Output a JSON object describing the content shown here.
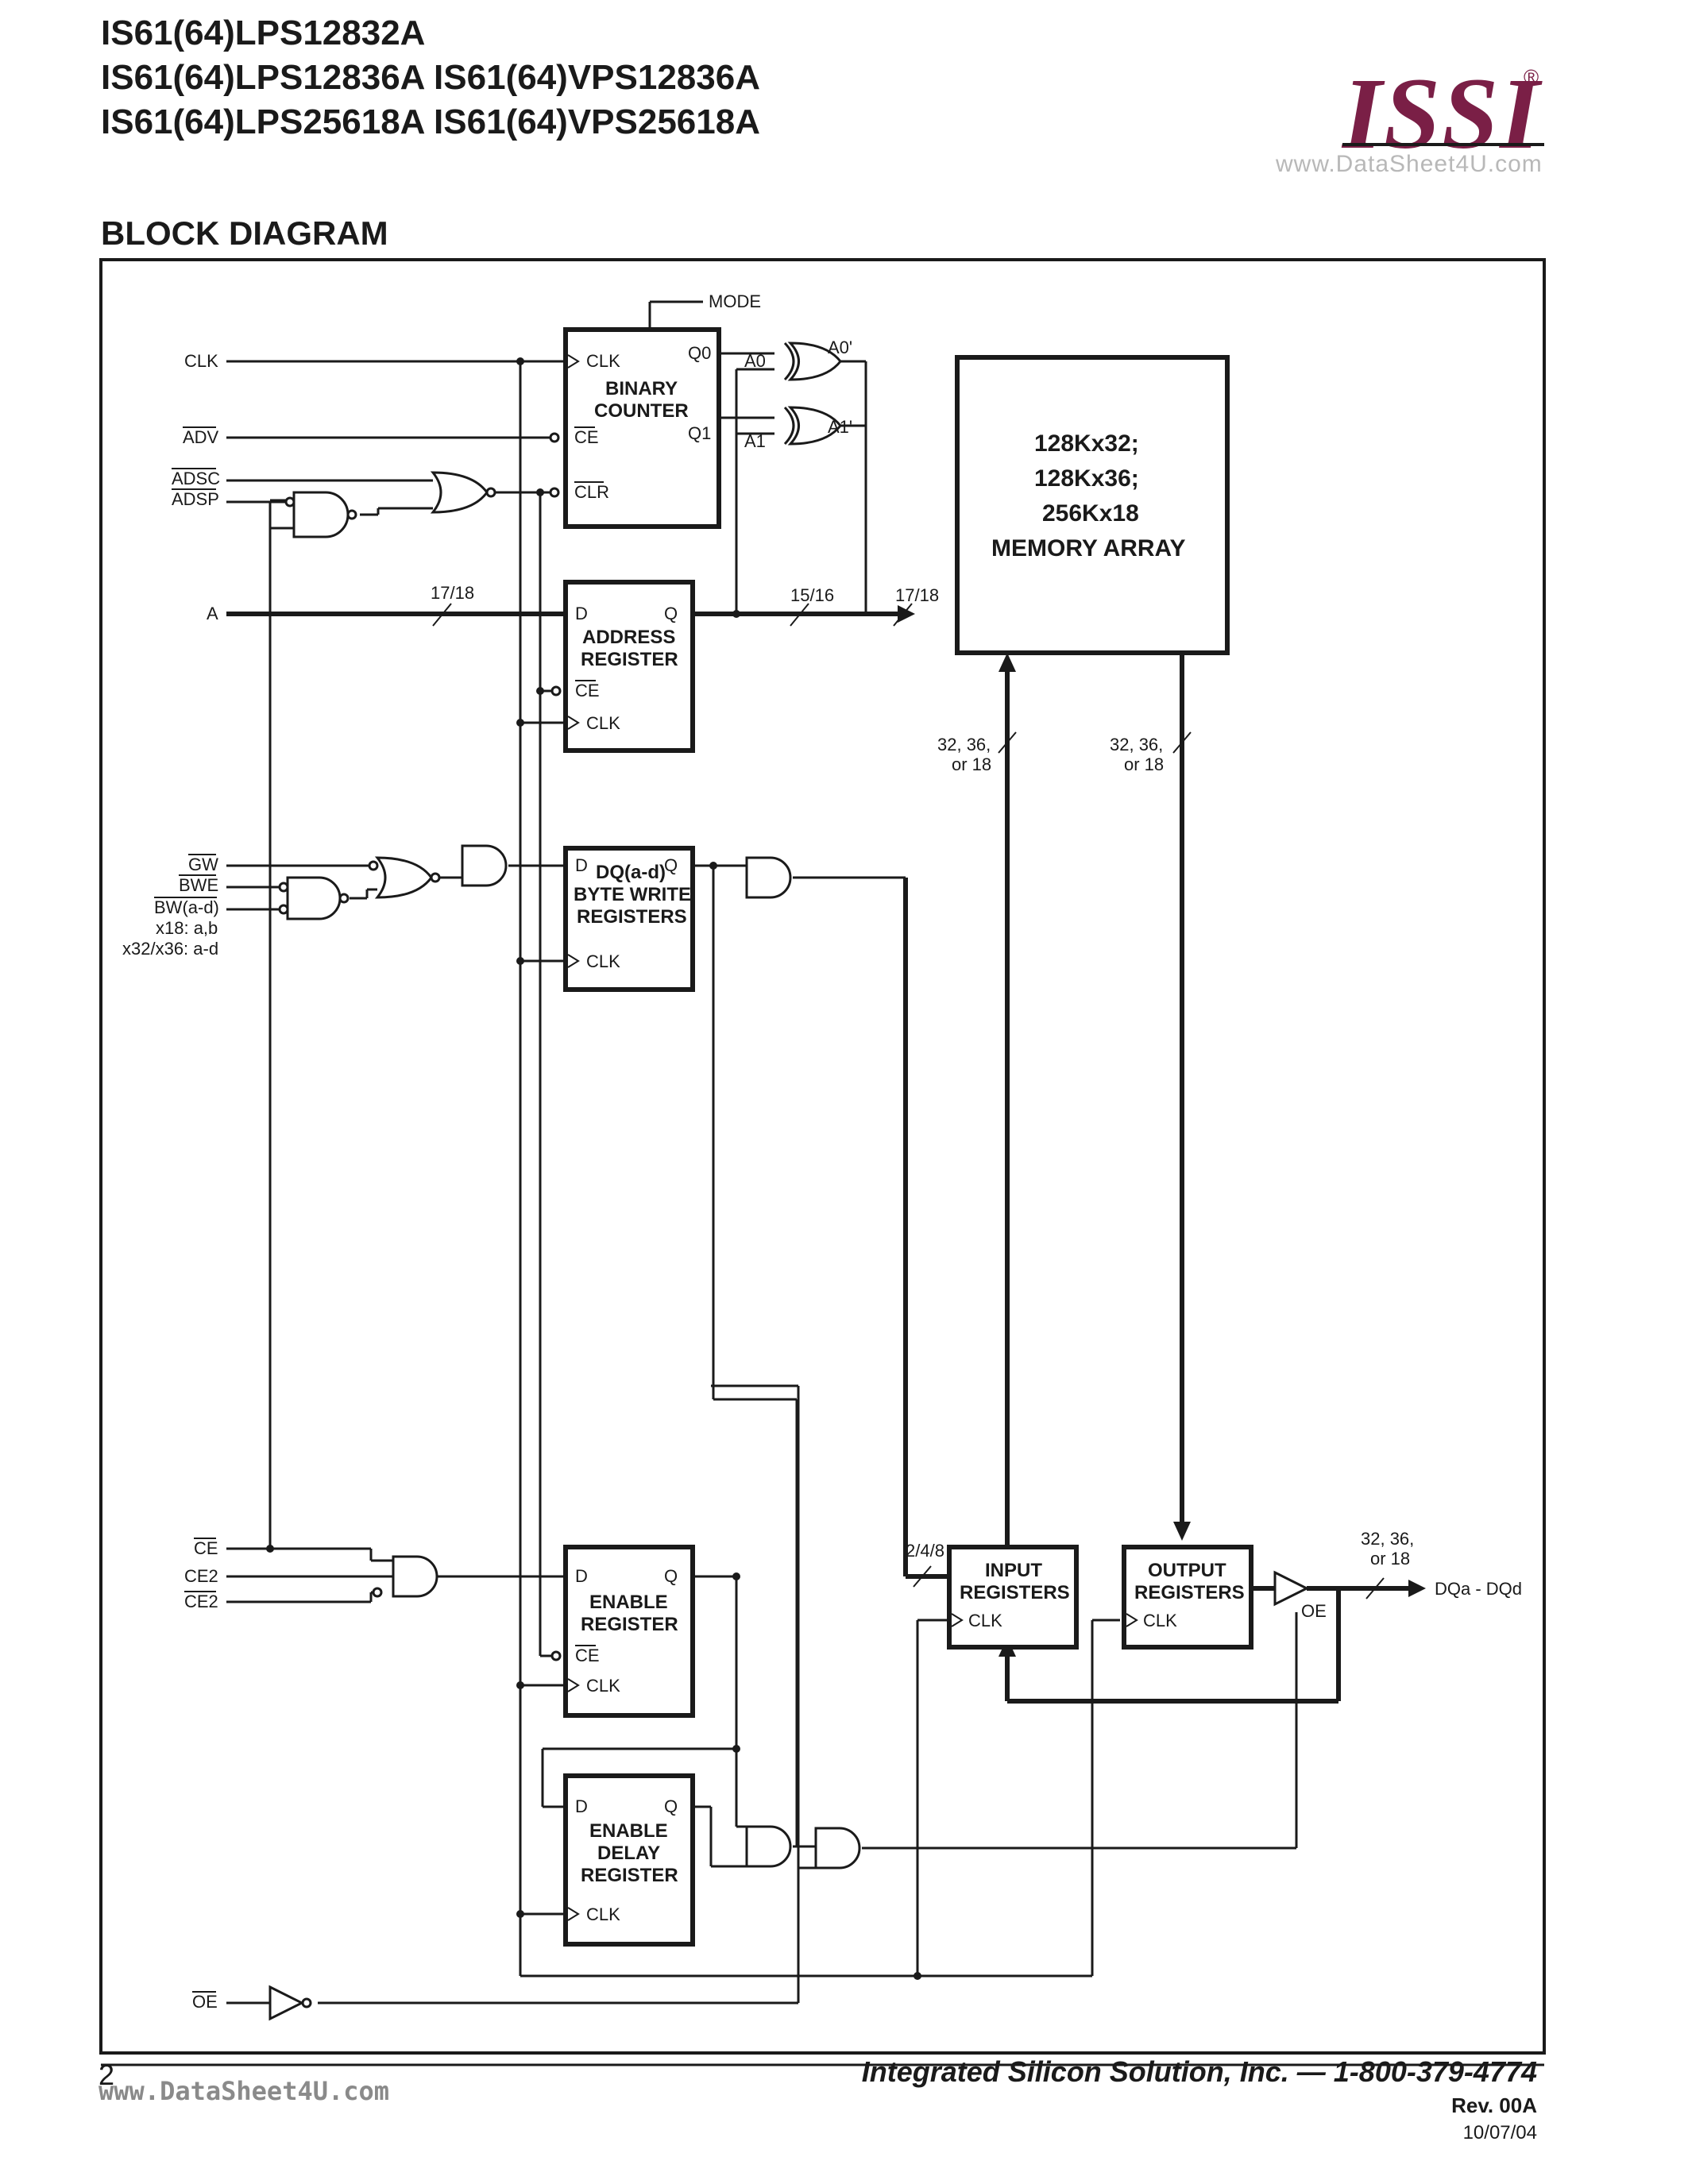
{
  "header": {
    "line1": "IS61(64)LPS12832A",
    "line2": "IS61(64)LPS12836A IS61(64)VPS12836A",
    "line3": "IS61(64)LPS25618A IS61(64)VPS25618A",
    "logo": "ISSI",
    "logo_mark": "®",
    "watermark": "www.DataSheet4U.com"
  },
  "section_title": "BLOCK DIAGRAM",
  "diagram": {
    "signals": {
      "clk": "CLK",
      "adv": "ADV",
      "adsc": "ADSC",
      "adsp": "ADSP",
      "a": "A",
      "gw": "GW",
      "bwe": "BWE",
      "bw": "BW(a-d)",
      "x18": "x18: a,b",
      "x32": "x32/x36: a-d",
      "ce": "CE",
      "ce2": "CE2",
      "ce2b": "CE2",
      "oe": "OE",
      "mode": "MODE",
      "a0p": "A0'",
      "a1p": "A1'",
      "a0": "A0",
      "a1": "A1",
      "q0": "Q0",
      "q1": "Q1",
      "dq_out": "DQa - DQd",
      "oe_buf": "OE"
    },
    "bus_widths": {
      "a_in": "17/18",
      "a_mid": "15/16",
      "a_arr": "17/18",
      "wr1": "32, 36,",
      "wr2": "or 18",
      "rd1": "32, 36,",
      "rd2": "or 18",
      "in_bw": "2/4/8",
      "out1": "32, 36,",
      "out2": "or 18"
    },
    "blocks": {
      "binary_counter": {
        "l1": "BINARY",
        "l2": "COUNTER",
        "clk": "CLK",
        "ce": "CE",
        "clr": "CLR"
      },
      "address_register": {
        "l1": "ADDRESS",
        "l2": "REGISTER",
        "d": "D",
        "q": "Q",
        "ce": "CE",
        "clk": "CLK"
      },
      "byte_write": {
        "l1": "DQ(a-d)",
        "l2": "BYTE WRITE",
        "l3": "REGISTERS",
        "d": "D",
        "q": "Q",
        "clk": "CLK"
      },
      "memory_array": {
        "l1": "128Kx32;",
        "l2": "128Kx36;",
        "l3": "256Kx18",
        "l4": "MEMORY ARRAY"
      },
      "enable_register": {
        "l1": "ENABLE",
        "l2": "REGISTER",
        "d": "D",
        "q": "Q",
        "ce": "CE",
        "clk": "CLK"
      },
      "enable_delay": {
        "l1": "ENABLE",
        "l2": "DELAY",
        "l3": "REGISTER",
        "d": "D",
        "q": "Q",
        "clk": "CLK"
      },
      "input_registers": {
        "l1": "INPUT",
        "l2": "REGISTERS",
        "clk": "CLK"
      },
      "output_registers": {
        "l1": "OUTPUT",
        "l2": "REGISTERS",
        "clk": "CLK"
      }
    }
  },
  "footer": {
    "page": "2",
    "watermark": "www.DataSheet4U.com",
    "company": "Integrated Silicon Solution, Inc. — 1-800-379-4774",
    "rev": "Rev. 00A",
    "date": "10/07/04"
  }
}
